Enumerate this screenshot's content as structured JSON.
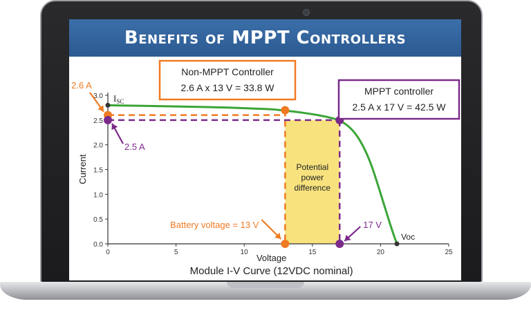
{
  "title": "Benefits of MPPT Controllers",
  "chart_data": {
    "type": "line",
    "title": "Module I-V Curve (12VDC nominal)",
    "xlabel": "Voltage",
    "ylabel": "Current",
    "xlim": [
      0,
      25
    ],
    "ylim": [
      0,
      3.0
    ],
    "xticks": [
      "0",
      "5",
      "10",
      "15",
      "20",
      "25"
    ],
    "yticks": [
      "0.0",
      "0.5",
      "1.0",
      "1.5",
      "2.0",
      "2.5",
      "3.0"
    ],
    "series": [
      {
        "x": [
          0,
          2,
          4,
          6,
          8,
          10,
          12,
          13,
          14,
          15,
          16,
          17,
          17.8,
          18.5,
          19.2,
          19.8,
          20.3,
          20.7,
          21.0,
          21.2
        ],
        "y": [
          2.8,
          2.79,
          2.78,
          2.77,
          2.76,
          2.74,
          2.72,
          2.69,
          2.66,
          2.62,
          2.57,
          2.5,
          2.35,
          2.1,
          1.7,
          1.2,
          0.75,
          0.4,
          0.15,
          0.0
        ]
      }
    ],
    "points": [
      {
        "x": 0,
        "y": 2.8
      },
      {
        "x": 0,
        "y": 2.6
      },
      {
        "x": 0,
        "y": 2.5
      },
      {
        "x": 13,
        "y": 2.7
      },
      {
        "x": 17,
        "y": 2.5
      },
      {
        "x": 13,
        "y": 0
      },
      {
        "x": 17,
        "y": 0
      },
      {
        "x": 21.2,
        "y": 0
      }
    ],
    "shaded_region": {
      "x": [
        13,
        17
      ],
      "y": [
        0,
        2.5
      ]
    },
    "annotations": {
      "isc_label": "Isc",
      "isc_sub": "SC",
      "voc_label": "Voc",
      "non_mppt_title": "Non-MPPT Controller",
      "non_mppt_calc": "2.6 A x 13 V = 33.8 W",
      "mppt_title": "MPPT controller",
      "mppt_calc": "2.5 A x 17 V = 42.5 W",
      "label_26a": "2.6 A",
      "label_25a": "2.5 A",
      "battery_voltage": "Battery voltage = 13 V",
      "label_17v": "17 V",
      "potential_1": "Potential",
      "potential_2": "power",
      "potential_3": "difference"
    },
    "colors": {
      "curve": "#3aa537",
      "non_mppt": "#f07a22",
      "mppt": "#7b2a8a",
      "shade": "#f7e27e",
      "axis": "#333333"
    }
  }
}
